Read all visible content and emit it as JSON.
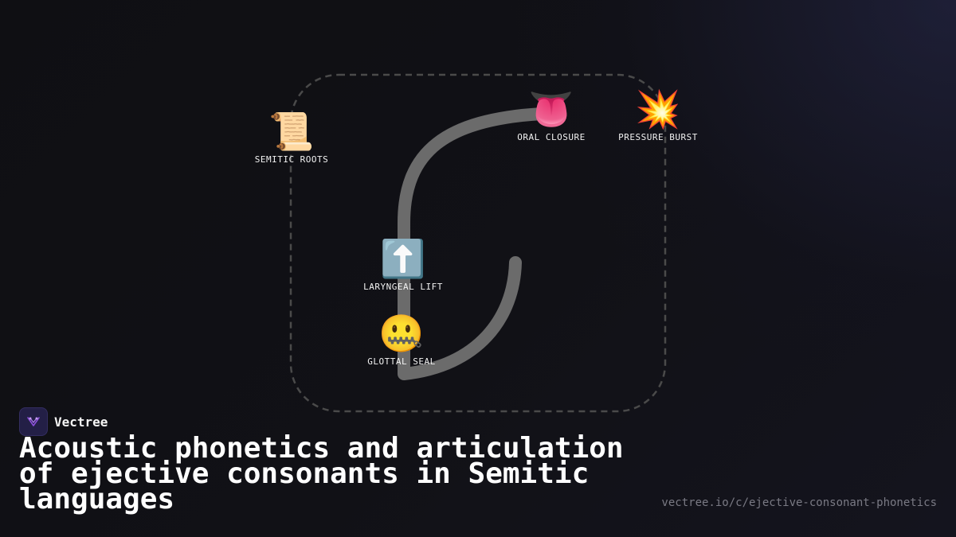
{
  "brand": {
    "name": "Vectree"
  },
  "title": "Acoustic phonetics and articulation of ejective consonants in Semitic languages",
  "url": "vectree.io/c/ejective-consonant-phonetics",
  "nodes": [
    {
      "id": "semitic-roots",
      "icon": "scroll",
      "emoji": "📜",
      "label": "SEMITIC ROOTS"
    },
    {
      "id": "oral-closure",
      "icon": "tongue",
      "emoji": "👅",
      "label": "ORAL CLOSURE"
    },
    {
      "id": "pressure-burst",
      "icon": "collision",
      "emoji": "💥",
      "label": "PRESSURE BURST"
    },
    {
      "id": "laryngeal-lift",
      "icon": "up-arrow",
      "emoji": "⬆️",
      "label": "LARYNGEAL LIFT"
    },
    {
      "id": "glottal-seal",
      "icon": "zipper-mouth-face",
      "emoji": "🤐",
      "label": "GLOTTAL SEAL"
    }
  ],
  "colors": {
    "background": "#0f0f13",
    "path": "#6b6b6b",
    "dashed_frame": "#4a4a4a",
    "brand_accent": "#8a4fd8",
    "url_text": "#7a7a84"
  }
}
